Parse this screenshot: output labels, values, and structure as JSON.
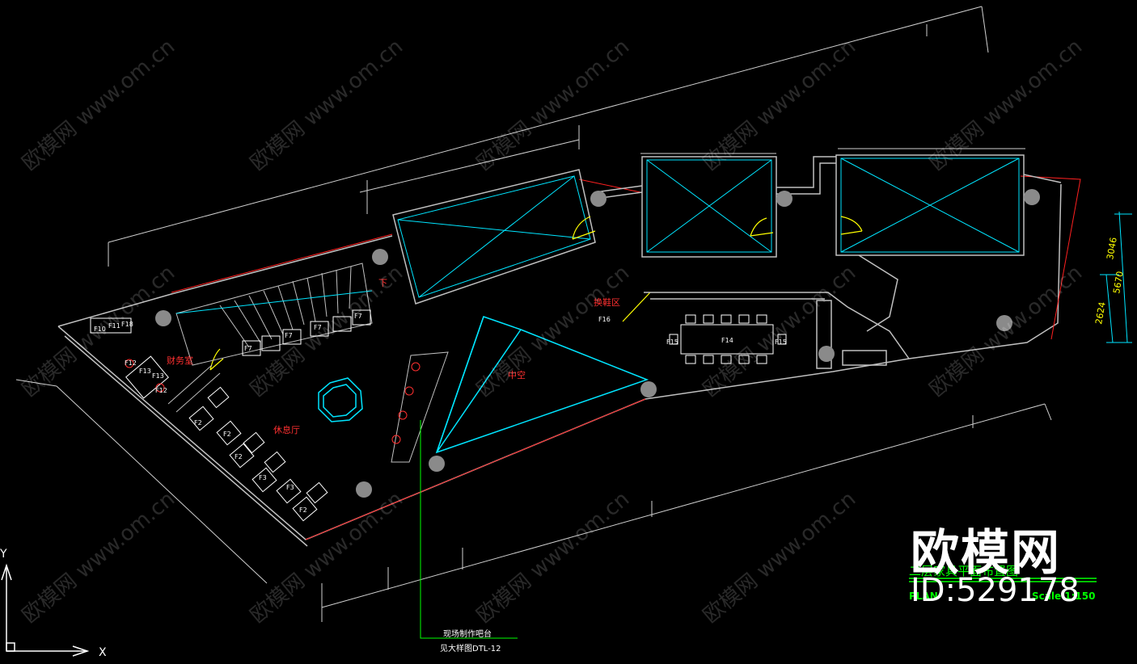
{
  "rooms": {
    "finance": "财务室",
    "lounge": "休息厅",
    "atrium": "中空",
    "shoe": "换鞋区",
    "down": "下"
  },
  "bar_note": {
    "line1": "现场制作吧台",
    "line2": "见大样图DTL-12"
  },
  "title_block": {
    "title": "二层家具平面布置图",
    "plan": "PLAN",
    "scale": "Scale 1:150"
  },
  "dims": {
    "d1": "3046",
    "d2": "5670",
    "d3": "2624"
  },
  "ucs": {
    "x": "X",
    "y": "Y"
  },
  "watermark": {
    "text": "欧模网 www.om.cn",
    "logo": "欧模网",
    "id": "ID:529178"
  },
  "furniture": [
    {
      "id": "f10",
      "label": "F10"
    },
    {
      "id": "f11",
      "label": "F11"
    },
    {
      "id": "f18",
      "label": "F18"
    },
    {
      "id": "f7a",
      "label": "F7"
    },
    {
      "id": "f7b",
      "label": "F7"
    },
    {
      "id": "f7c",
      "label": "F7"
    },
    {
      "id": "f7d",
      "label": "F7"
    },
    {
      "id": "f12a",
      "label": "F12"
    },
    {
      "id": "f13a",
      "label": "F13"
    },
    {
      "id": "f13b",
      "label": "F13"
    },
    {
      "id": "f12b",
      "label": "F12"
    },
    {
      "id": "f2a",
      "label": "F2"
    },
    {
      "id": "f2b",
      "label": "F2"
    },
    {
      "id": "f2c",
      "label": "F2"
    },
    {
      "id": "f2d",
      "label": "F2"
    },
    {
      "id": "f3a",
      "label": "F3"
    },
    {
      "id": "f3b",
      "label": "F3"
    },
    {
      "id": "f16",
      "label": "F16"
    },
    {
      "id": "f14",
      "label": "F14"
    },
    {
      "id": "f15a",
      "label": "F15"
    },
    {
      "id": "f15b",
      "label": "F15"
    }
  ],
  "colors": {
    "wall": "#c0c0c0",
    "cyan": "#00e5ff",
    "red": "#ff2020",
    "yellow": "#ffff00",
    "green": "#00ff00",
    "white": "#ffffff",
    "dim": "#cfcfcf"
  }
}
